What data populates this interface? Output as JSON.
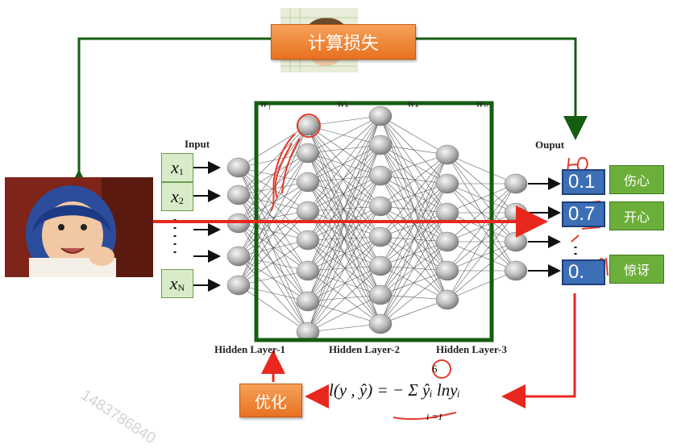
{
  "top_button": "计算损失",
  "optimize_button": "优化",
  "input_label": "Input",
  "output_label": "Ouput",
  "inputs": [
    {
      "var": "x",
      "sub": "1"
    },
    {
      "var": "x",
      "sub": "2"
    },
    {
      "var": "x",
      "sub": "N"
    }
  ],
  "outputs": [
    {
      "value": "0.1",
      "emotion": "伤心"
    },
    {
      "value": "0.7",
      "emotion": "开心"
    },
    {
      "value": "0.",
      "emotion": "惊讶"
    }
  ],
  "weights": [
    "W₁",
    "Wₖ",
    "Wₖ",
    "Wₙ"
  ],
  "hidden_layers": [
    "Hidden Layer-1",
    "Hidden Layer-2",
    "Hidden Layer-3"
  ],
  "formula": "l(y , ŷ) = − Σ ŷᵢ lnyᵢ",
  "formula_sum_top": "6",
  "formula_sum_bottom": "i =1",
  "watermark": "1483786840",
  "colors": {
    "dark_green": "#155d12",
    "red_arrow": "#e8281e",
    "output_blue": "#3d6fb6",
    "emotion_green": "#6cae3a"
  }
}
